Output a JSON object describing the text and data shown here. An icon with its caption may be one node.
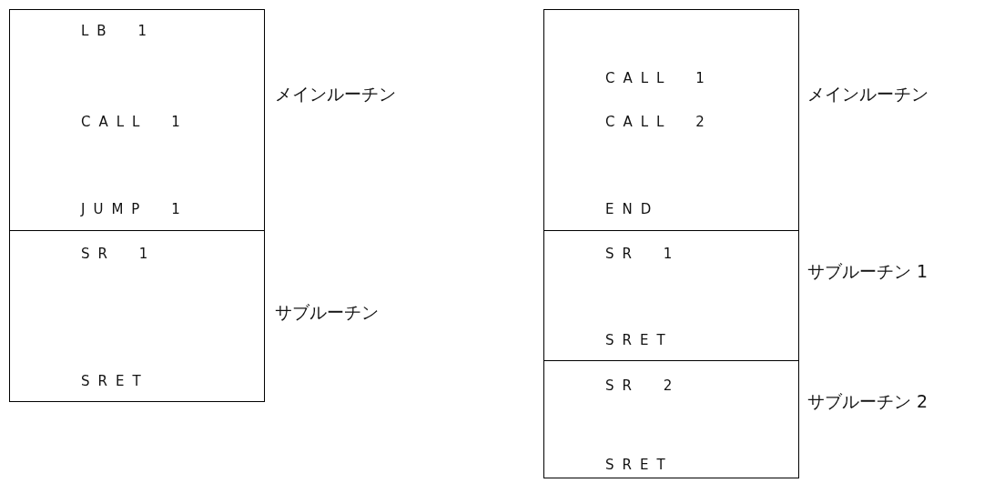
{
  "diagram": {
    "nodes": [
      {
        "text": [
          "LB 1",
          "CALL 1",
          "JUMP 1"
        ],
        "beside": [
          "メインルーチン"
        ]
      },
      {
        "text": [
          "SR 1",
          "SRET"
        ],
        "beside": [
          "サブルーチン"
        ]
      },
      {
        "text": [
          "CALL 1",
          "CALL 2",
          "END"
        ],
        "beside": [
          "メインルーチン"
        ]
      },
      {
        "text": [
          "SR 1",
          "SRET"
        ],
        "beside": [
          "サブルーチン 1"
        ]
      },
      {
        "text": [
          "SR 2",
          "SRET"
        ],
        "beside": [
          "サブルーチン 2"
        ]
      }
    ]
  }
}
